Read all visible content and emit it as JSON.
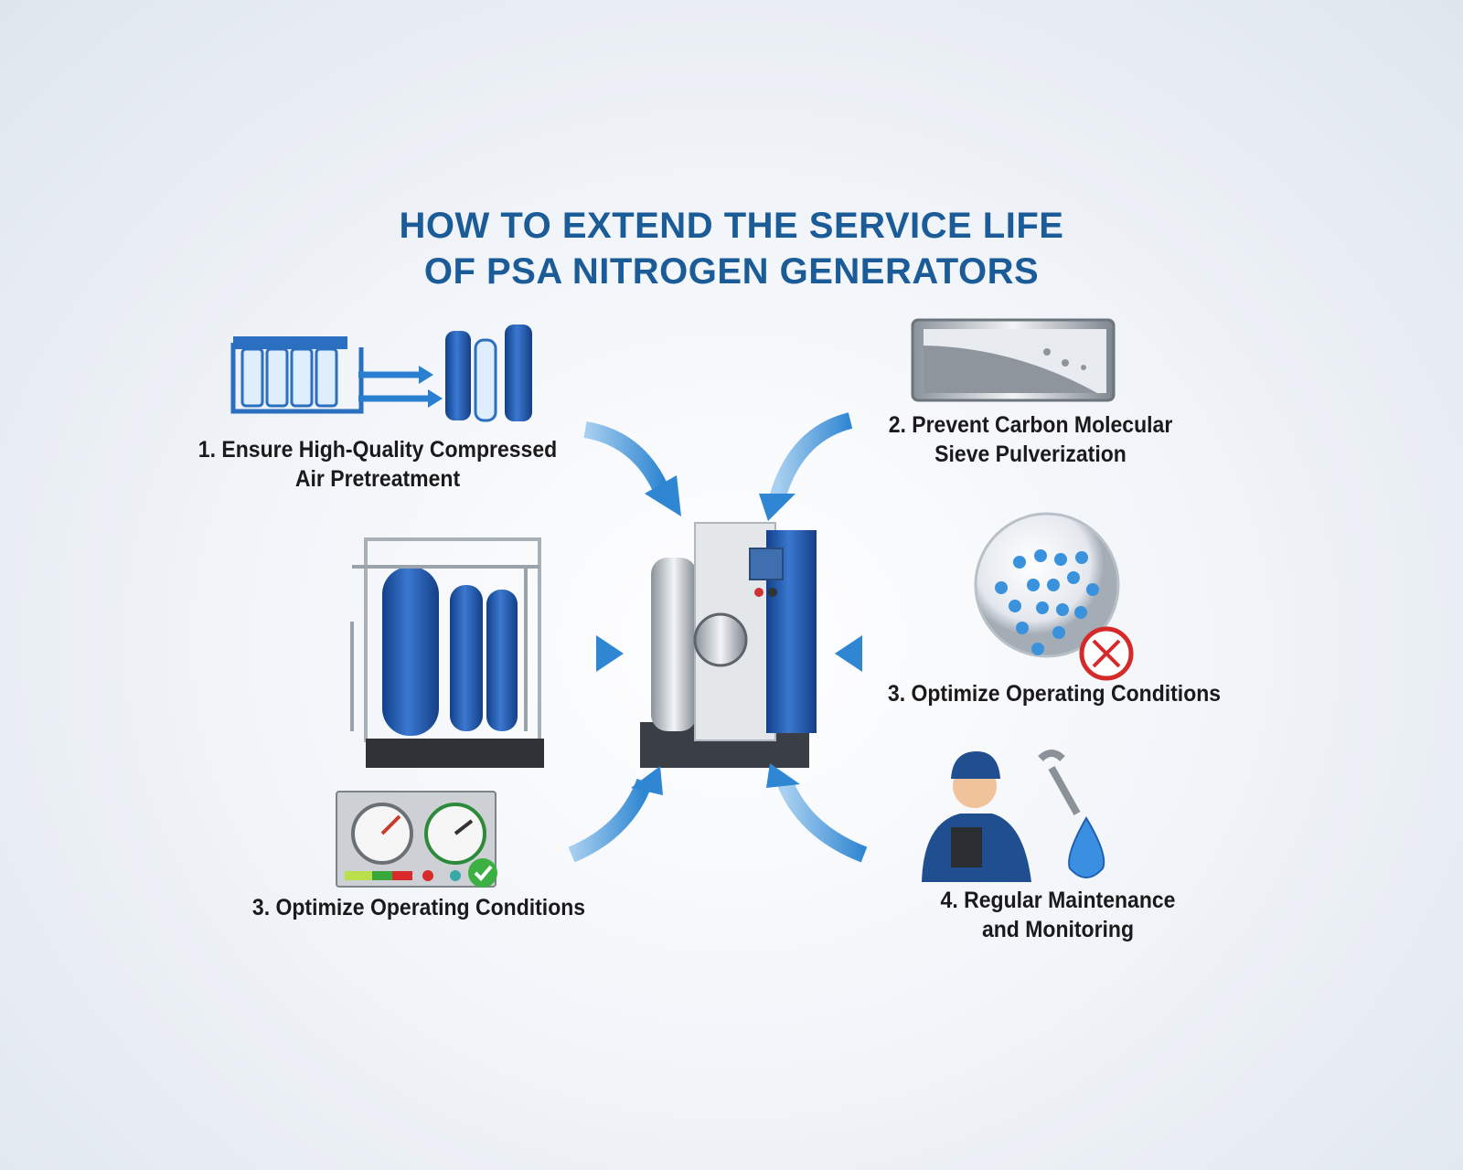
{
  "title": {
    "line1": "HOW TO EXTEND THE SERVICE LIFE",
    "line2": "OF PSA NITROGEN GENERATORS"
  },
  "steps": [
    {
      "line1": "1. Ensure High-Quality Compressed",
      "line2": "Air Pretreatment"
    },
    {
      "line1": "2. Prevent Carbon Molecular",
      "line2": "Sieve Pulverization"
    },
    {
      "line1": "3. Optimize Operating Conditions"
    },
    {
      "line1": "3. Optimize Operating Conditions"
    },
    {
      "line1": "4. Regular Maintenance",
      "line2": "and Monitoring"
    }
  ],
  "colors": {
    "title": "#1b5c98",
    "arrow": "#3a8fd6",
    "tank": "#1f5fb0"
  }
}
